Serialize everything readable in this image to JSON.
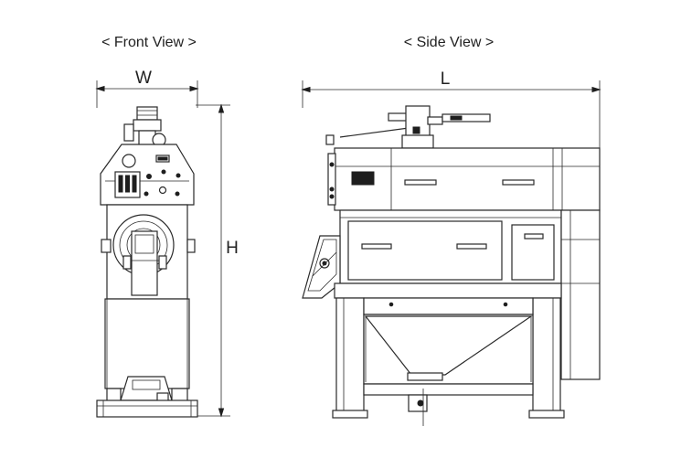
{
  "views": {
    "front": {
      "title": "< Front View >"
    },
    "side": {
      "title": "< Side View >"
    }
  },
  "dimensions": {
    "width": "W",
    "height": "H",
    "length": "L"
  },
  "colors": {
    "line": "#2a2a2a",
    "background": "#ffffff"
  }
}
